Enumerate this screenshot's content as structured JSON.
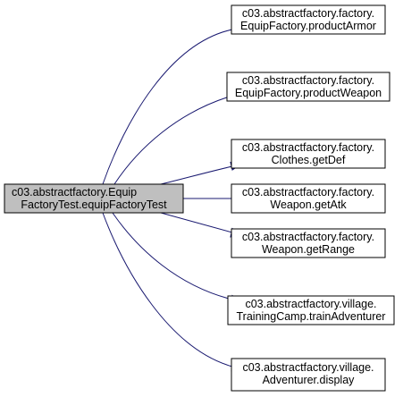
{
  "graph": {
    "source": {
      "line1": "c03.abstractfactory.Equip",
      "line2": "FactoryTest.equipFactoryTest"
    },
    "targets": [
      {
        "line1": "c03.abstractfactory.factory.",
        "line2": "EquipFactory.productArmor"
      },
      {
        "line1": "c03.abstractfactory.factory.",
        "line2": "EquipFactory.productWeapon"
      },
      {
        "line1": "c03.abstractfactory.factory.",
        "line2": "Clothes.getDef"
      },
      {
        "line1": "c03.abstractfactory.factory.",
        "line2": "Weapon.getAtk"
      },
      {
        "line1": "c03.abstractfactory.factory.",
        "line2": "Weapon.getRange"
      },
      {
        "line1": "c03.abstractfactory.village.",
        "line2": "TrainingCamp.trainAdventurer"
      },
      {
        "line1": "c03.abstractfactory.village.",
        "line2": "Adventurer.display"
      }
    ],
    "colors": {
      "source_fill": "#bfbfbf",
      "target_fill": "#ffffff",
      "edge": "#191970",
      "border": "#000000"
    }
  }
}
